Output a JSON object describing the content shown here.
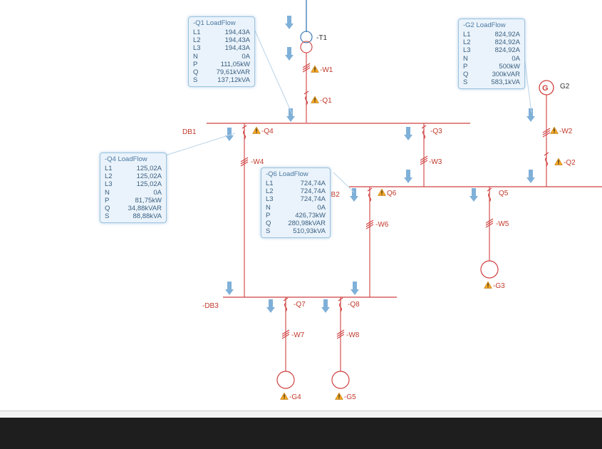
{
  "buses": {
    "db1": "DB1",
    "db2": "-DB2",
    "db3": "-DB3"
  },
  "labels": {
    "t1": "-T1",
    "w1": "-W1",
    "q1": "-Q1",
    "q4": "-Q4",
    "q3": "-Q3",
    "w4": "-W4",
    "w3": "-W3",
    "w2": "-W2",
    "q2": "-Q2",
    "g2": "G2",
    "q6": "Q6",
    "q5": "Q5",
    "w6": "-W6",
    "w5": "-W5",
    "g3": "-G3",
    "q7": "-Q7",
    "q8": "-Q8",
    "w7": "-W7",
    "w8": "-W8",
    "g4": "-G4",
    "g5": "-G5"
  },
  "loadflow": {
    "q1": {
      "title": "-Q1  LoadFlow",
      "rows": [
        [
          "L1",
          "194,43A"
        ],
        [
          "L2",
          "194,43A"
        ],
        [
          "L3",
          "194,43A"
        ],
        [
          "N",
          "0A"
        ],
        [
          "P",
          "111,05kW"
        ],
        [
          "Q",
          "79,61kVAR"
        ],
        [
          "S",
          "137,12kVA"
        ]
      ]
    },
    "g2": {
      "title": "-G2  LoadFlow",
      "rows": [
        [
          "L1",
          "824,92A"
        ],
        [
          "L2",
          "824,92A"
        ],
        [
          "L3",
          "824,92A"
        ],
        [
          "N",
          "0A"
        ],
        [
          "P",
          "500kW"
        ],
        [
          "Q",
          "300kVAR"
        ],
        [
          "S",
          "583,1kVA"
        ]
      ]
    },
    "q4": {
      "title": "-Q4  LoadFlow",
      "rows": [
        [
          "L1",
          "125,02A"
        ],
        [
          "L2",
          "125,02A"
        ],
        [
          "L3",
          "125,02A"
        ],
        [
          "N",
          "0A"
        ],
        [
          "P",
          "81,75kW"
        ],
        [
          "Q",
          "34,88kVAR"
        ],
        [
          "S",
          "88,88kVA"
        ]
      ]
    },
    "q6": {
      "title": "-Q6  LoadFlow",
      "rows": [
        [
          "L1",
          "724,74A"
        ],
        [
          "L2",
          "724,74A"
        ],
        [
          "L3",
          "724,74A"
        ],
        [
          "N",
          "0A"
        ],
        [
          "P",
          "426,73kW"
        ],
        [
          "Q",
          "280,98kVAR"
        ],
        [
          "S",
          "510,93kVA"
        ]
      ]
    }
  },
  "colors": {
    "line": "#d04040",
    "arrow": "#7fb0d8",
    "warning": "#f5a623",
    "box_bg": "#eaf3fb"
  }
}
